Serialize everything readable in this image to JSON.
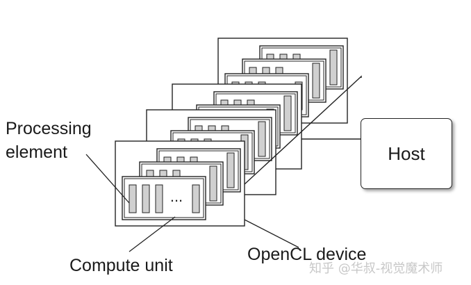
{
  "labels": {
    "processing_element": "Processing\nelement",
    "compute_unit": "Compute unit",
    "opencl_device": "OpenCL device",
    "host": "Host",
    "ellipsis": "..."
  },
  "watermark": "知乎 @华叔-视觉魔术师"
}
